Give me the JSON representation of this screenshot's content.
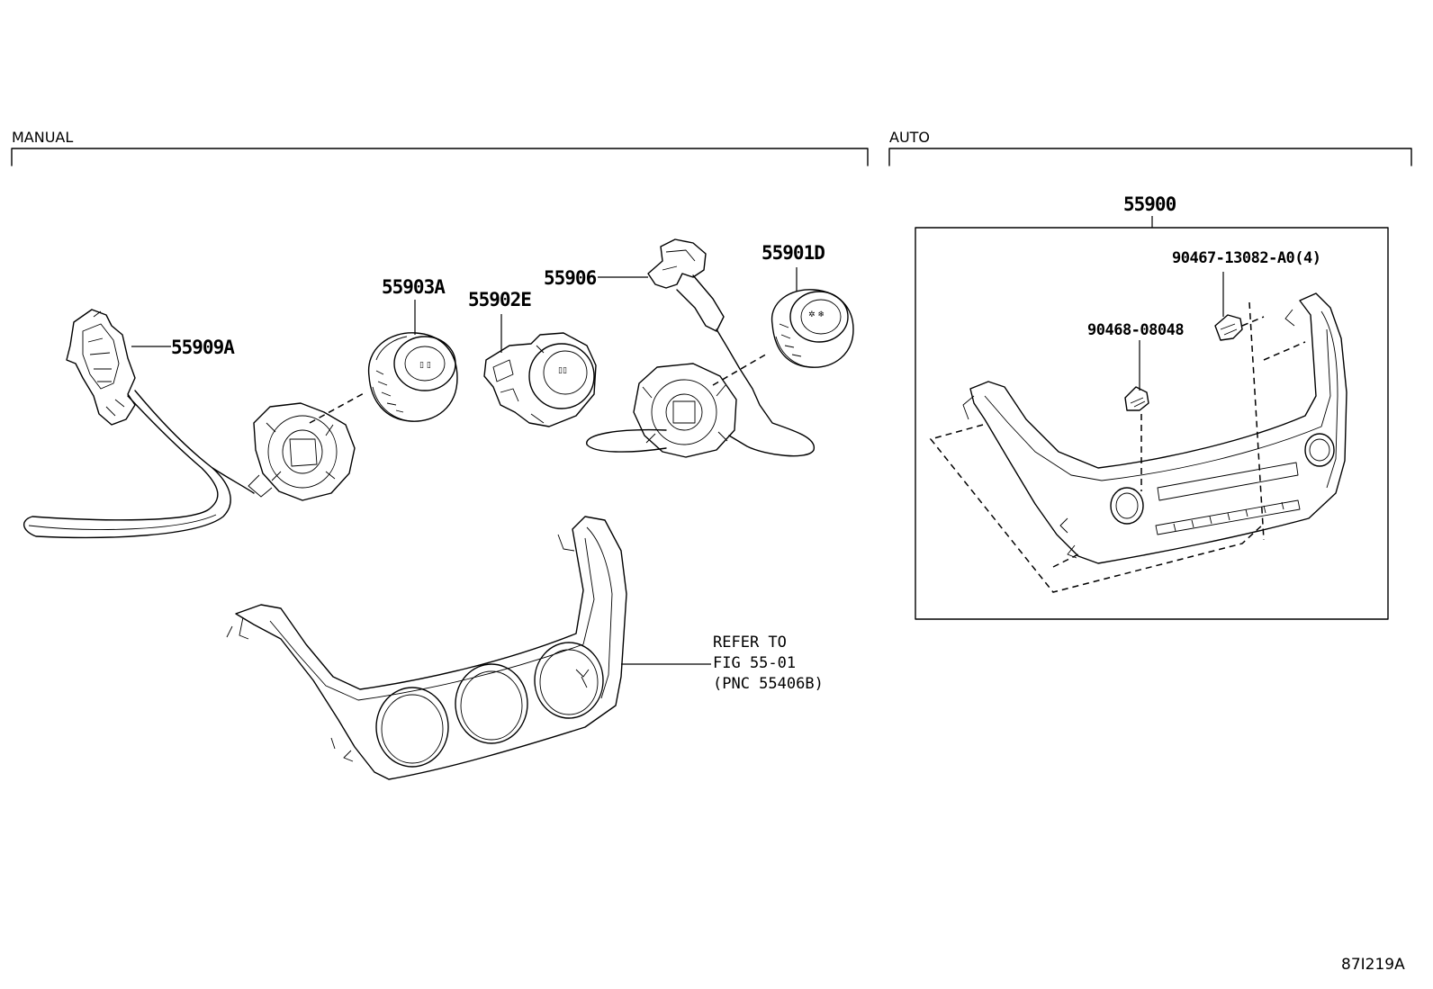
{
  "sections": {
    "manual": {
      "title": "MANUAL"
    },
    "auto": {
      "title": "AUTO"
    }
  },
  "labels": {
    "p55909A": "55909A",
    "p55903A": "55903A",
    "p55902E": "55902E",
    "p55906": "55906",
    "p55901D": "55901D",
    "p55900": "55900",
    "p90467": "90467-13082-A0(4)",
    "p90468": "90468-08048"
  },
  "refer": {
    "line1": "REFER TO",
    "line2": "FIG 55-01",
    "line3": "(PNC 55406B)"
  },
  "figure_id": "87I219A"
}
